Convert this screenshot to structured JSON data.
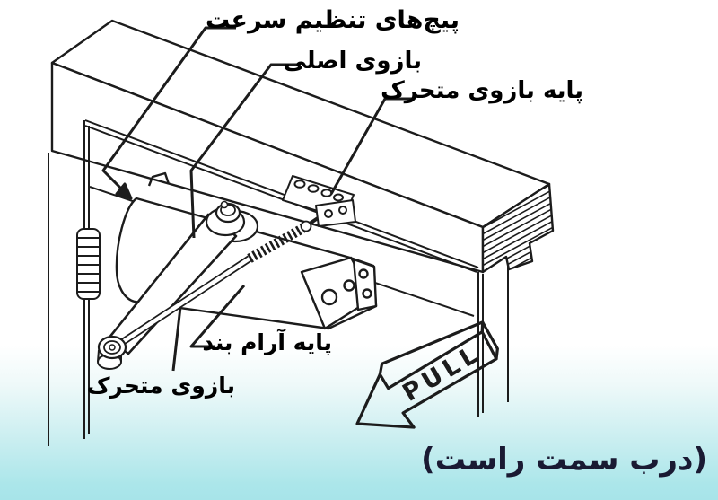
{
  "diagram": {
    "subject": "door-closer installation diagram",
    "labels": {
      "speed_screws": "پیچ‌های تنظیم سرعت",
      "main_arm": "بازوی اصلی",
      "moving_arm_base": "پایه بازوی متحرک",
      "closer_base": "پایه آرام بند",
      "moving_arm": "بازوی متحرک"
    },
    "pull": "PULL",
    "caption": "(درب سمت راست)",
    "colors": {
      "background_top": "#ffffff",
      "background_bottom": "#aae5e9",
      "line": "#1c1c1c",
      "label_text": "#000000",
      "caption_text": "#1a1a33"
    }
  }
}
